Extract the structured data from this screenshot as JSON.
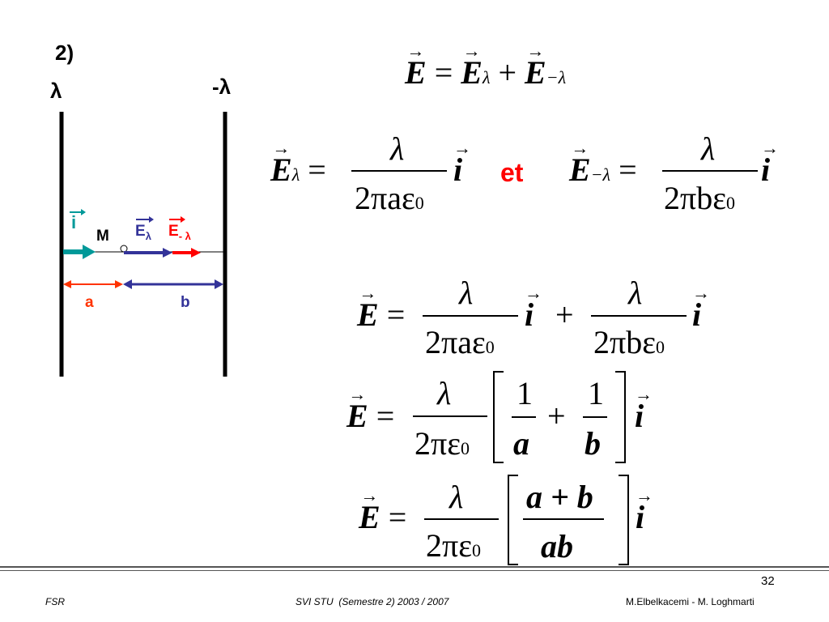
{
  "slide": {
    "part_label": "2)",
    "plate_left_label": "λ",
    "plate_right_label": "-λ",
    "diagram": {
      "unit_vector_label": "i",
      "point_label": "M",
      "field_label_lambda": "E",
      "field_label_lambda_sub": "λ",
      "field_label_minus_lambda": "E",
      "field_label_minus_lambda_sub": "- λ",
      "distance_a": "a",
      "distance_b": "b"
    },
    "equations": {
      "sum": {
        "lhs": "E",
        "rhs1": "E",
        "rhs1_sub": "λ",
        "rhs2": "E",
        "rhs2_sub": "−λ"
      },
      "connector": "et",
      "e_lambda": {
        "lhs": "E",
        "lhs_sub": "λ",
        "num": "λ",
        "den": "2πaε",
        "den_sub": "0",
        "vec": "i"
      },
      "e_minus_lambda": {
        "lhs": "E",
        "lhs_sub": "−λ",
        "num": "λ",
        "den": "2πbε",
        "den_sub": "0",
        "vec": "i"
      },
      "total_sum": {
        "lhs": "E",
        "num": "λ",
        "den1": "2πaε",
        "den2": "2πbε",
        "den_sub": "0",
        "vec": "i"
      },
      "factored": {
        "lhs": "E",
        "num": "λ",
        "den": "2πε",
        "den_sub": "0",
        "inner1_num": "1",
        "inner1_den": "a",
        "inner2_num": "1",
        "inner2_den": "b",
        "vec": "i"
      },
      "final": {
        "lhs": "E",
        "num": "λ",
        "den": "2πε",
        "den_sub": "0",
        "inner_num": "a + b",
        "inner_den": "ab",
        "vec": "i"
      }
    },
    "page_number": "32"
  },
  "footer": {
    "left": "FSR",
    "center": "SVI STU  (Semestre 2) 2003 / 2007",
    "right": "M.Elbelkacemi - M. Loghmarti"
  },
  "colors": {
    "unit_vector": "#009999",
    "field_lambda": "#333399",
    "field_minus_lambda": "#ff0000",
    "distance_a": "#ff3300",
    "distance_b": "#333399",
    "arrow_fill": "#c8e8f0",
    "arrow_stroke": "#ff3333"
  }
}
